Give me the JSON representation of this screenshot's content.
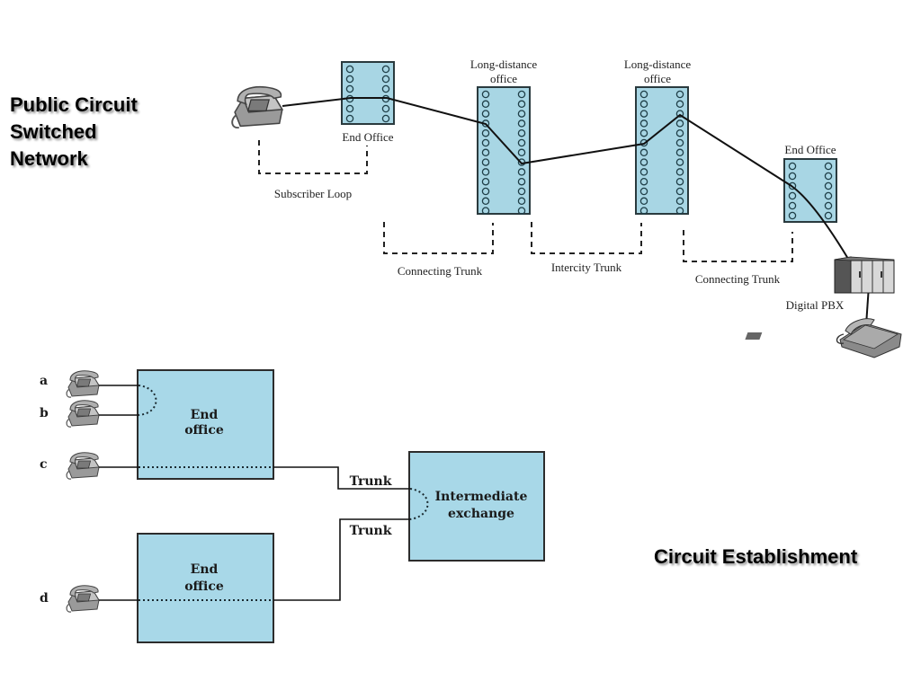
{
  "top_section": {
    "title_lines": [
      "Public Circuit",
      "Switched",
      "Network"
    ],
    "nodes": {
      "end_office_left": "End Office",
      "long_distance_1": [
        "Long-distance",
        "office"
      ],
      "long_distance_2": [
        "Long-distance",
        "office"
      ],
      "end_office_right": "End Office",
      "pbx": "Digital PBX"
    },
    "links": {
      "subscriber_loop": "Subscriber Loop",
      "connecting_trunk_left": "Connecting Trunk",
      "intercity_trunk": "Intercity Trunk",
      "connecting_trunk_right": "Connecting Trunk"
    }
  },
  "bottom_section": {
    "title": "Circuit Establishment",
    "subscribers": [
      "a",
      "b",
      "c",
      "d"
    ],
    "end_office_upper": [
      "End",
      "office"
    ],
    "end_office_lower": [
      "End",
      "office"
    ],
    "intermediate": [
      "Intermediate",
      "exchange"
    ],
    "trunk_labels": [
      "Trunk",
      "Trunk"
    ]
  },
  "colors": {
    "switch_fill": "#a8d6e4",
    "box_fill": "#a8d8e8"
  }
}
